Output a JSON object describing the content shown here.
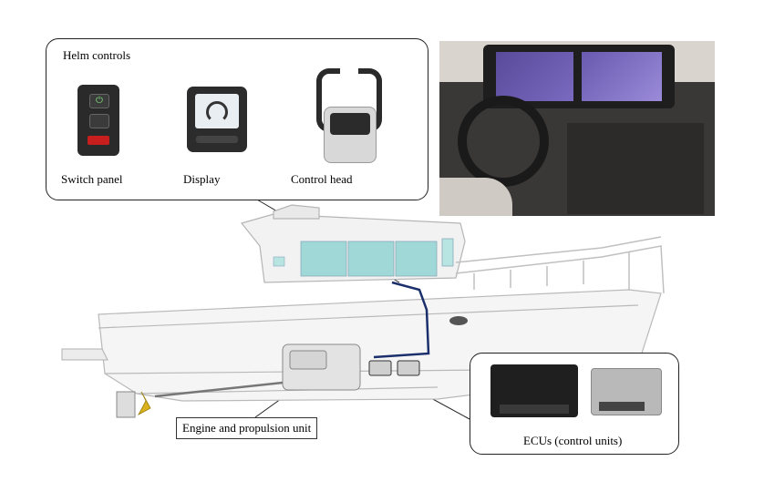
{
  "helm": {
    "title": "Helm controls",
    "switch_panel": "Switch panel",
    "display": "Display",
    "control_head": "Control head"
  },
  "engine_label": "Engine and propulsion unit",
  "ecu_label": "ECUs (control units)"
}
